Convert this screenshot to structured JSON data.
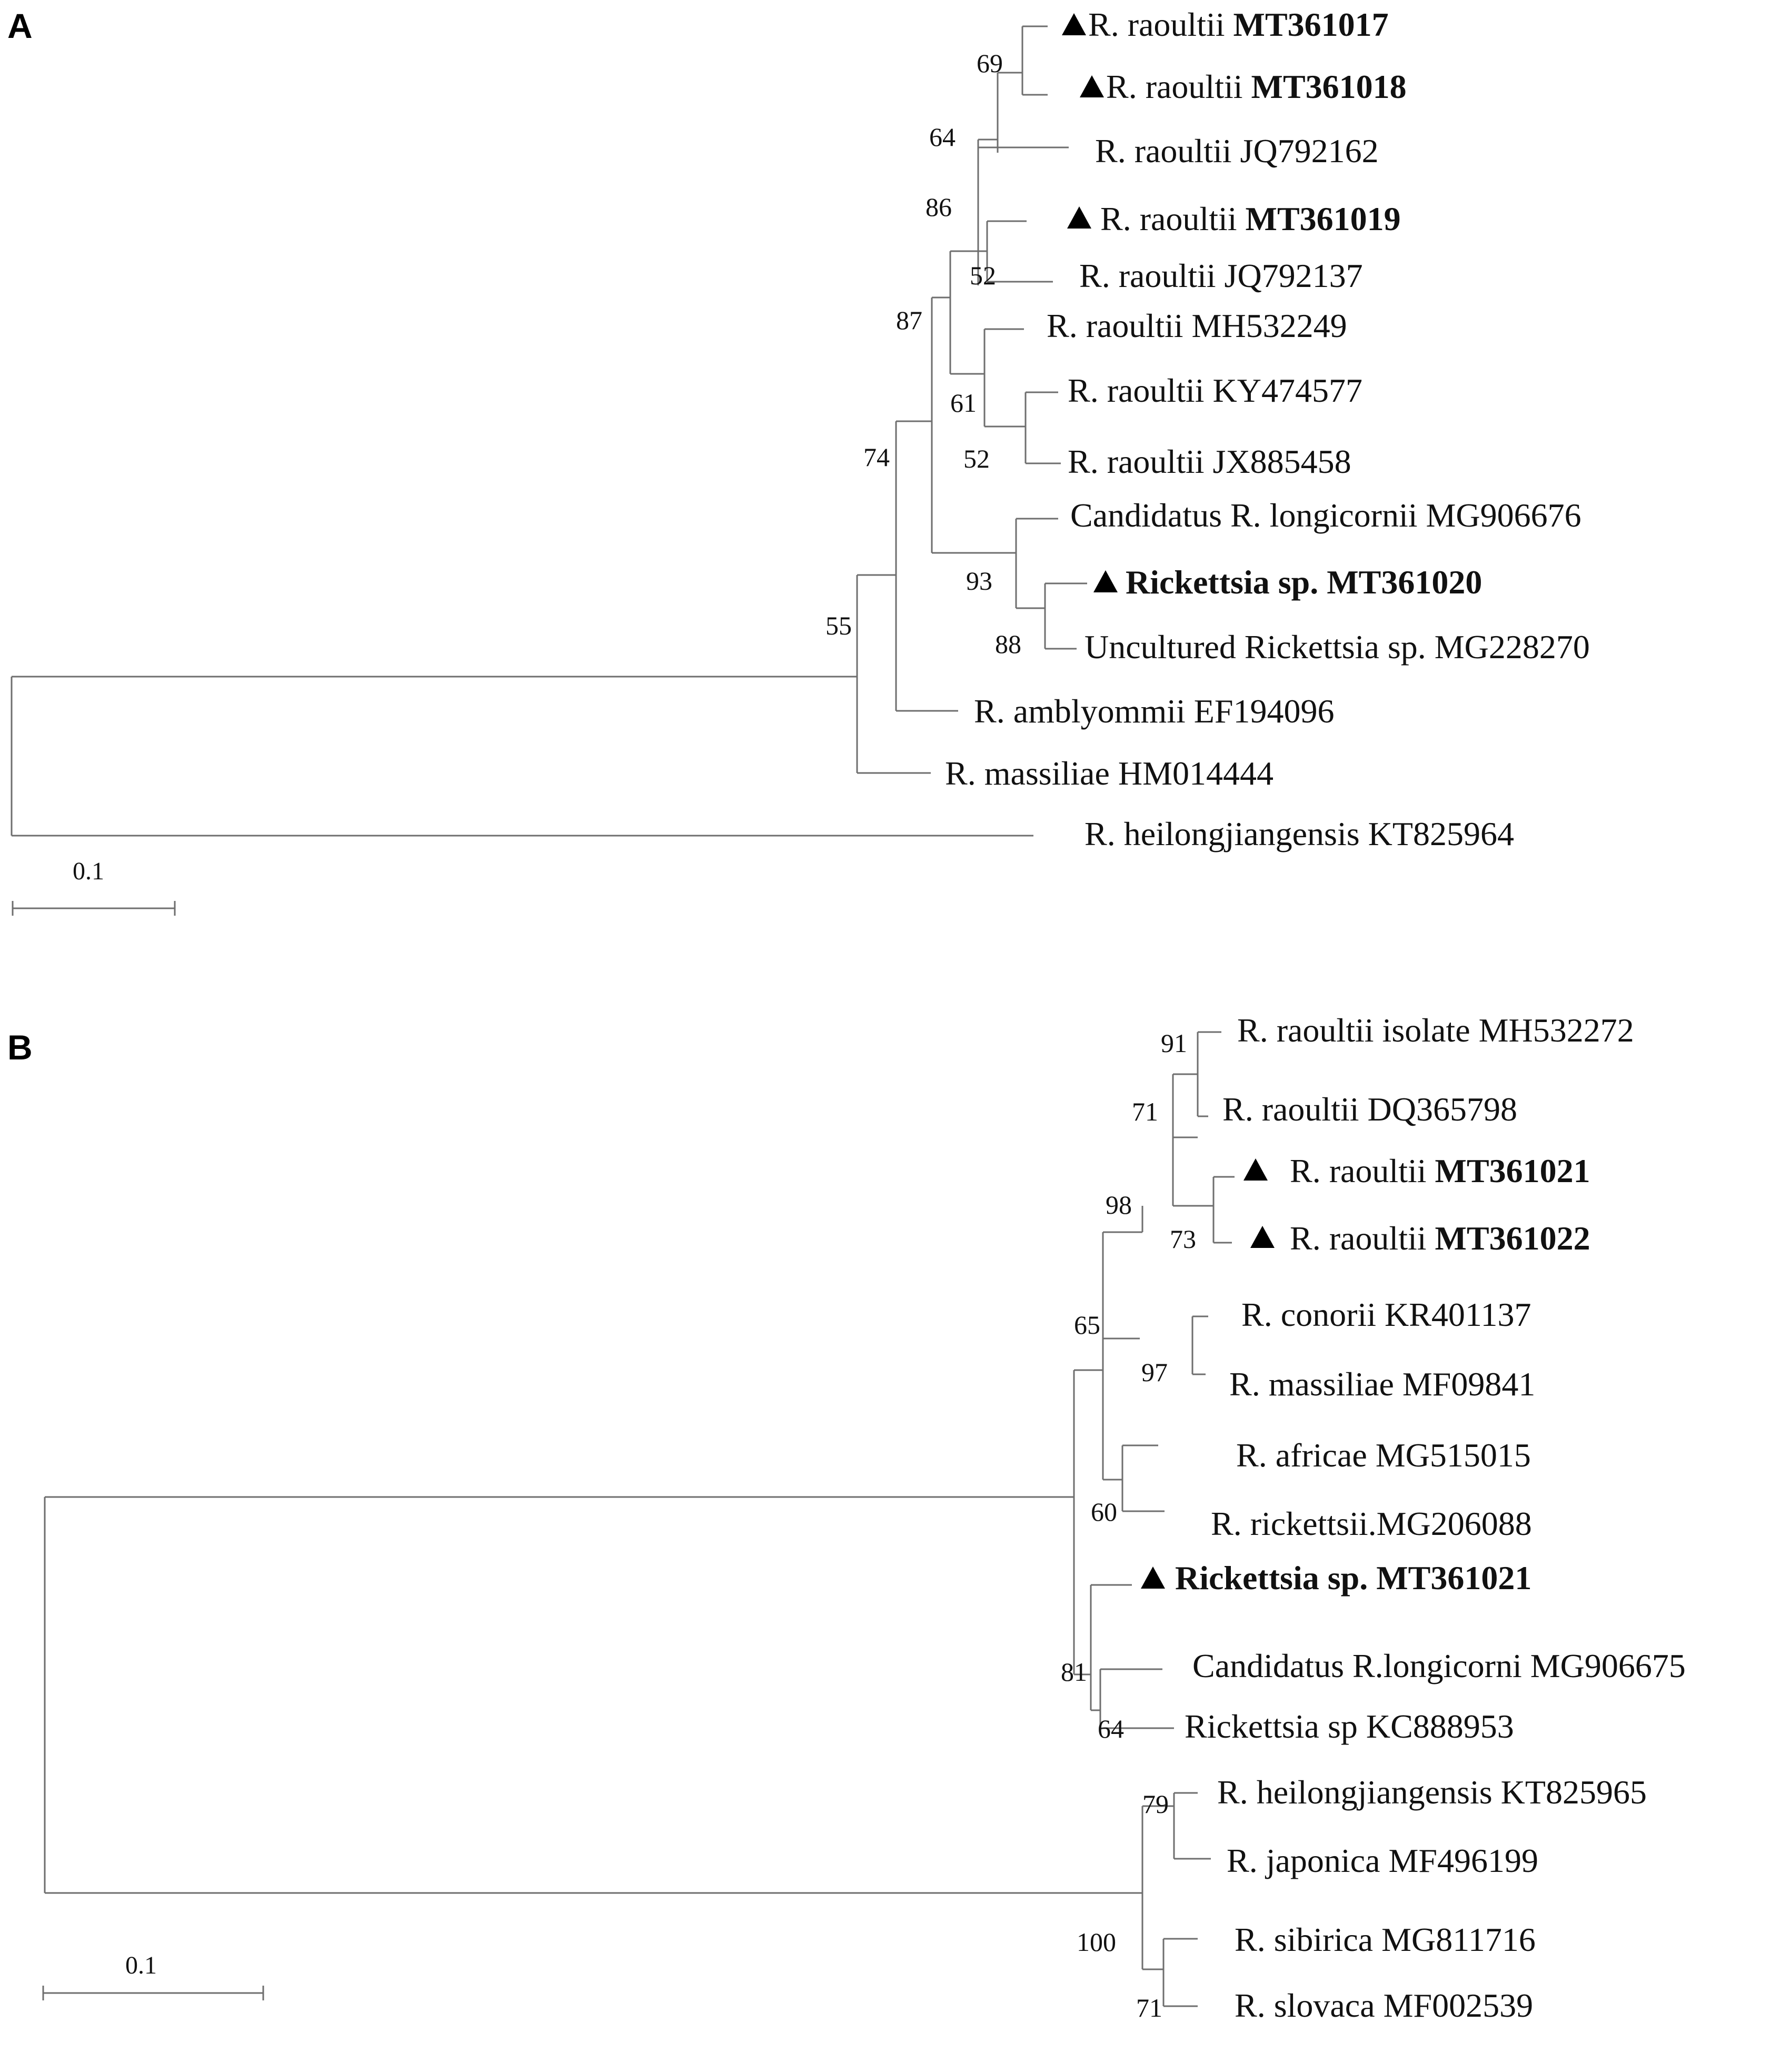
{
  "panels": [
    {
      "label": "A",
      "scale_label": "0.1",
      "leaves": [
        {
          "triangle": true,
          "name": "R. raoultii",
          "acc": "MT361017",
          "bold_acc": true
        },
        {
          "triangle": true,
          "name": "R. raoultii",
          "acc": "MT361018",
          "bold_acc": true
        },
        {
          "triangle": false,
          "name": "R. raoultii",
          "acc": "JQ792162"
        },
        {
          "triangle": true,
          "name": "R. raoultii",
          "acc": "MT361019",
          "bold_acc": true
        },
        {
          "triangle": false,
          "name": "R. raoultii",
          "acc": "JQ792137"
        },
        {
          "triangle": false,
          "name": "R. raoultii",
          "acc": "MH532249"
        },
        {
          "triangle": false,
          "name": "R. raoultii",
          "acc": "KY474577"
        },
        {
          "triangle": false,
          "name": "R. raoultii",
          "acc": "JX885458"
        },
        {
          "triangle": false,
          "name": "Candidatus R. longicornii",
          "acc": "MG906676"
        },
        {
          "triangle": true,
          "name": "Rickettsia sp.",
          "acc": "MT361020",
          "bold_all": true
        },
        {
          "triangle": false,
          "name": "Uncultured Rickettsia sp.",
          "acc": "MG228270"
        },
        {
          "triangle": false,
          "name": "R. amblyommii",
          "acc": "EF194096"
        },
        {
          "triangle": false,
          "name": "R. massiliae",
          "acc": "HM014444"
        },
        {
          "triangle": false,
          "name": "R. heilongjiangensis",
          "acc": "KT825964"
        }
      ],
      "bootstrap": [
        "69",
        "64",
        "86",
        "52",
        "87",
        "61",
        "52",
        "74",
        "93",
        "88",
        "55"
      ]
    },
    {
      "label": "B",
      "scale_label": "0.1",
      "leaves": [
        {
          "triangle": false,
          "name": "R. raoultii isolate",
          "acc": "MH532272"
        },
        {
          "triangle": false,
          "name": "R. raoultii",
          "acc": "DQ365798"
        },
        {
          "triangle": true,
          "name": "R. raoultii",
          "acc": "MT361021",
          "bold_acc": true
        },
        {
          "triangle": true,
          "name": "R. raoultii",
          "acc": "MT361022",
          "bold_acc": true
        },
        {
          "triangle": false,
          "name": "R. conorii",
          "acc": "KR401137"
        },
        {
          "triangle": false,
          "name": "R. massiliae",
          "acc": "MF09841"
        },
        {
          "triangle": false,
          "name": "R. africae",
          "acc": "MG515015"
        },
        {
          "triangle": false,
          "name": "R. rickettsii.",
          "acc": "MG206088"
        },
        {
          "triangle": true,
          "name": "Rickettsia sp.",
          "acc": "MT361021",
          "bold_all": true
        },
        {
          "triangle": false,
          "name": "Candidatus R.longicorni",
          "acc": "MG906675"
        },
        {
          "triangle": false,
          "name": "Rickettsia sp",
          "acc": "KC888953"
        },
        {
          "triangle": false,
          "name": "R. heilongjiangensis",
          "acc": "KT825965"
        },
        {
          "triangle": false,
          "name": "R. japonica",
          "acc": "MF496199"
        },
        {
          "triangle": false,
          "name": "R. sibirica",
          "acc": "MG811716"
        },
        {
          "triangle": false,
          "name": "R. slovaca",
          "acc": "MF002539"
        }
      ],
      "bootstrap": [
        "91",
        "71",
        "73",
        "98",
        "97",
        "65",
        "60",
        "81",
        "64",
        "79",
        "100",
        "71"
      ]
    }
  ]
}
